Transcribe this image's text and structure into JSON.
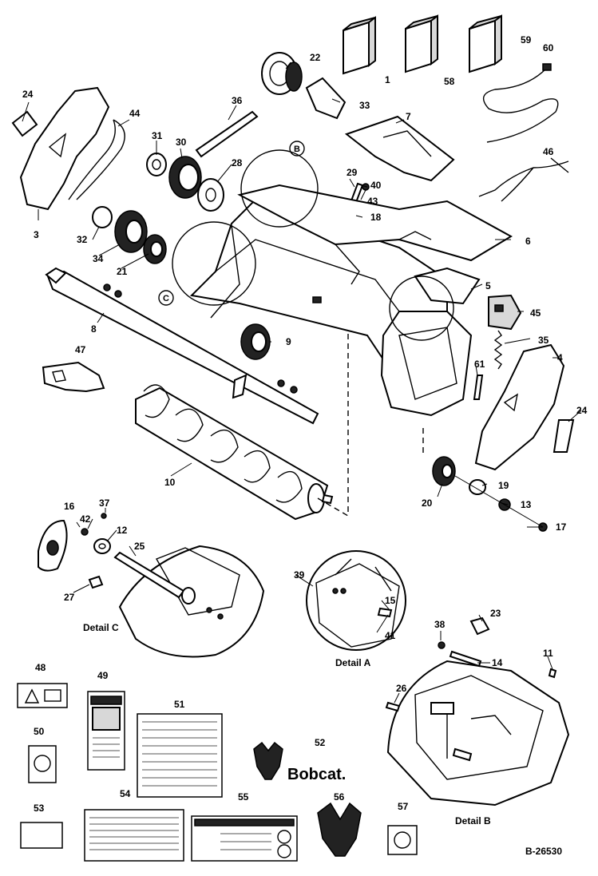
{
  "diagram": {
    "callouts": [
      {
        "id": "1",
        "label": "1"
      },
      {
        "id": "3",
        "label": "3"
      },
      {
        "id": "4",
        "label": "4"
      },
      {
        "id": "5",
        "label": "5"
      },
      {
        "id": "6",
        "label": "6"
      },
      {
        "id": "7",
        "label": "7"
      },
      {
        "id": "8",
        "label": "8"
      },
      {
        "id": "9",
        "label": "9"
      },
      {
        "id": "10",
        "label": "10"
      },
      {
        "id": "11",
        "label": "11"
      },
      {
        "id": "12",
        "label": "12"
      },
      {
        "id": "13",
        "label": "13"
      },
      {
        "id": "14",
        "label": "14"
      },
      {
        "id": "15",
        "label": "15"
      },
      {
        "id": "16",
        "label": "16"
      },
      {
        "id": "17",
        "label": "17"
      },
      {
        "id": "18",
        "label": "18"
      },
      {
        "id": "19",
        "label": "19"
      },
      {
        "id": "20",
        "label": "20"
      },
      {
        "id": "21",
        "label": "21"
      },
      {
        "id": "22",
        "label": "22"
      },
      {
        "id": "23",
        "label": "23"
      },
      {
        "id": "24a",
        "label": "24"
      },
      {
        "id": "24b",
        "label": "24"
      },
      {
        "id": "25",
        "label": "25"
      },
      {
        "id": "26",
        "label": "26"
      },
      {
        "id": "27",
        "label": "27"
      },
      {
        "id": "28",
        "label": "28"
      },
      {
        "id": "29",
        "label": "29"
      },
      {
        "id": "30",
        "label": "30"
      },
      {
        "id": "31",
        "label": "31"
      },
      {
        "id": "32",
        "label": "32"
      },
      {
        "id": "33",
        "label": "33"
      },
      {
        "id": "34",
        "label": "34"
      },
      {
        "id": "35",
        "label": "35"
      },
      {
        "id": "36",
        "label": "36"
      },
      {
        "id": "37",
        "label": "37"
      },
      {
        "id": "38",
        "label": "38"
      },
      {
        "id": "39",
        "label": "39"
      },
      {
        "id": "40",
        "label": "40"
      },
      {
        "id": "41",
        "label": "41"
      },
      {
        "id": "42",
        "label": "42"
      },
      {
        "id": "43",
        "label": "43"
      },
      {
        "id": "44",
        "label": "44"
      },
      {
        "id": "45",
        "label": "45"
      },
      {
        "id": "46",
        "label": "46"
      },
      {
        "id": "47",
        "label": "47"
      },
      {
        "id": "48",
        "label": "48"
      },
      {
        "id": "49",
        "label": "49"
      },
      {
        "id": "50",
        "label": "50"
      },
      {
        "id": "51",
        "label": "51"
      },
      {
        "id": "52",
        "label": "52"
      },
      {
        "id": "53",
        "label": "53"
      },
      {
        "id": "54",
        "label": "54"
      },
      {
        "id": "55",
        "label": "55"
      },
      {
        "id": "56",
        "label": "56"
      },
      {
        "id": "57",
        "label": "57"
      },
      {
        "id": "58",
        "label": "58"
      },
      {
        "id": "59",
        "label": "59"
      },
      {
        "id": "60",
        "label": "60"
      },
      {
        "id": "61",
        "label": "61"
      }
    ],
    "detail_markers": {
      "b": "B",
      "c": "C"
    },
    "detail_captions": {
      "a": "Detail A",
      "b": "Detail B",
      "c": "Detail C"
    },
    "brand_logo_text": "Bobcat.",
    "drawing_number": "B-26530"
  }
}
